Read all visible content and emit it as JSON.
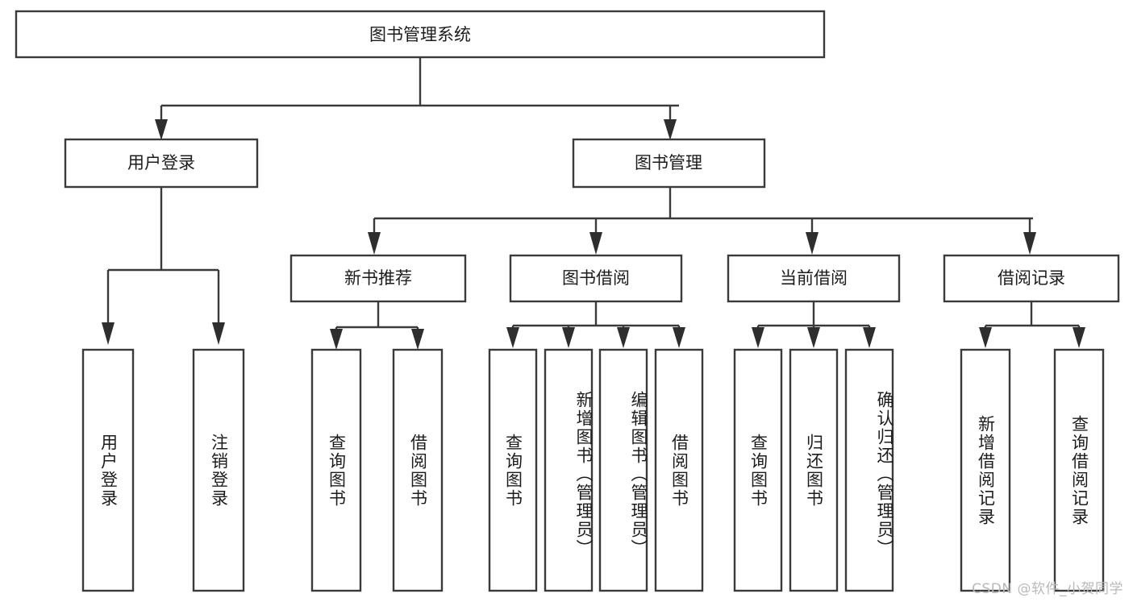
{
  "diagram": {
    "title": "图书管理系统",
    "type": "tree-hierarchy",
    "orientation": "top-down",
    "colors": {
      "box_stroke": "#3a3a3a",
      "box_fill": "#ffffff",
      "connector": "#3a3a3a",
      "text": "#1c1c1c",
      "background": "#ffffff",
      "watermark": "#b9b9b9"
    },
    "root": {
      "label": "图书管理系统"
    },
    "level2": [
      {
        "label": "用户登录"
      },
      {
        "label": "图书管理"
      }
    ],
    "level3": [
      {
        "label": "新书推荐"
      },
      {
        "label": "图书借阅"
      },
      {
        "label": "当前借阅"
      },
      {
        "label": "借阅记录"
      }
    ],
    "leaves": {
      "user_login": [
        {
          "label": "用户登录"
        },
        {
          "label": "注销登录"
        }
      ],
      "new_book_recommend": [
        {
          "label": "查询图书"
        },
        {
          "label": "借阅图书"
        }
      ],
      "book_borrow": [
        {
          "label": "查询图书"
        },
        {
          "label": "新增图书（管理员）"
        },
        {
          "label": "编辑图书（管理员）"
        },
        {
          "label": "借阅图书"
        }
      ],
      "current_borrow": [
        {
          "label": "查询图书"
        },
        {
          "label": "归还图书"
        },
        {
          "label": "确认归还（管理员）"
        }
      ],
      "borrow_record": [
        {
          "label": "新增借阅记录"
        },
        {
          "label": "查询借阅记录"
        }
      ]
    }
  },
  "watermark": {
    "text": "CSDN @软件_小贺同学"
  }
}
